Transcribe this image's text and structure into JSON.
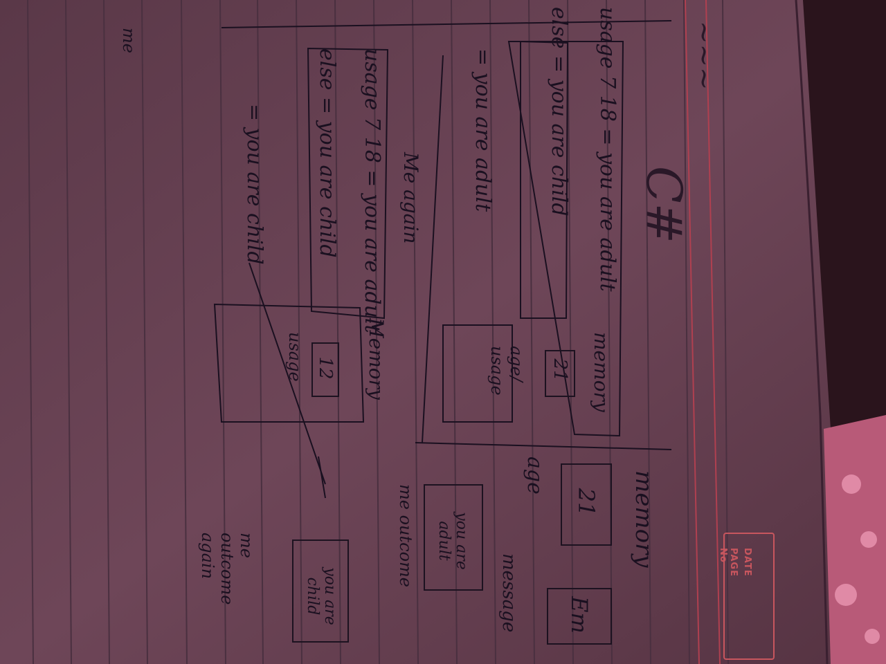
{
  "page_header": {
    "title": "C#",
    "scribble": "~~~",
    "date_label": "DATE",
    "page_label": "PAGE No"
  },
  "block1": {
    "who": "me",
    "code_line1": "usage 7 18 = you are adult",
    "code_line2": "else = you are child",
    "result": "= you are adult",
    "memory_label": "memory",
    "age_value": "21",
    "age_label": "age/ usage"
  },
  "block2": {
    "who": "Me again",
    "code_line1": "usage 7 18 = you are adult",
    "code_line2": "else = you are child",
    "result": "= you are child",
    "memory_label": "Memory",
    "age_value": "12",
    "age_label": "usage"
  },
  "memory_panel": {
    "title": "memory",
    "age_value": "21",
    "age_label": "age",
    "message_value": "Em",
    "message_label": "message",
    "output1": "you are adult",
    "output1_label": "me outcome",
    "output2": "you are child",
    "output2_label": "me outcome again"
  }
}
